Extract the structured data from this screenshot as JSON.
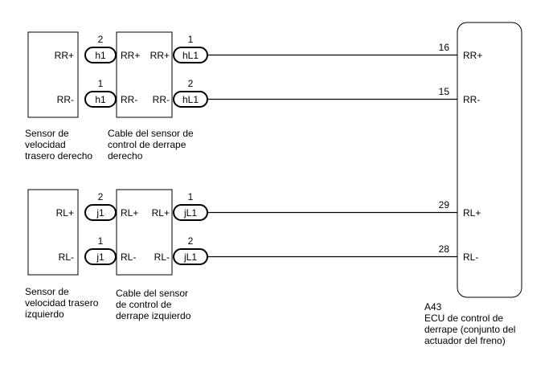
{
  "sensors": {
    "right": {
      "pins": [
        "RR+",
        "RR-"
      ],
      "caption": [
        "Sensor de",
        "velocidad",
        "trasero derecho"
      ]
    },
    "left": {
      "pins": [
        "RL+",
        "RL-"
      ],
      "caption": [
        "Sensor de",
        "velocidad trasero",
        "izquierdo"
      ]
    }
  },
  "cables": {
    "right": {
      "in_pins": [
        "RR+",
        "RR-"
      ],
      "out_pins": [
        "RR+",
        "RR-"
      ],
      "caption": [
        "Cable del sensor de",
        "control de derrape",
        "derecho"
      ]
    },
    "left": {
      "in_pins": [
        "RL+",
        "RL-"
      ],
      "out_pins": [
        "RL+",
        "RL-"
      ],
      "caption": [
        "Cable del sensor",
        "de control de",
        "derrape izquierdo"
      ]
    }
  },
  "connectors": {
    "h1": {
      "label": "h1",
      "pins": [
        "2",
        "1"
      ]
    },
    "hL1": {
      "label": "hL1",
      "pins": [
        "1",
        "2"
      ]
    },
    "j1": {
      "label": "j1",
      "pins": [
        "2",
        "1"
      ]
    },
    "jL1": {
      "label": "jL1",
      "pins": [
        "1",
        "2"
      ]
    }
  },
  "ecu": {
    "code": "A43",
    "caption": [
      "ECU de control de",
      "derrape (conjunto del",
      "actuador del freno)"
    ],
    "terminals": [
      {
        "pin": "16",
        "name": "RR+"
      },
      {
        "pin": "15",
        "name": "RR-"
      },
      {
        "pin": "29",
        "name": "RL+"
      },
      {
        "pin": "28",
        "name": "RL-"
      }
    ]
  }
}
